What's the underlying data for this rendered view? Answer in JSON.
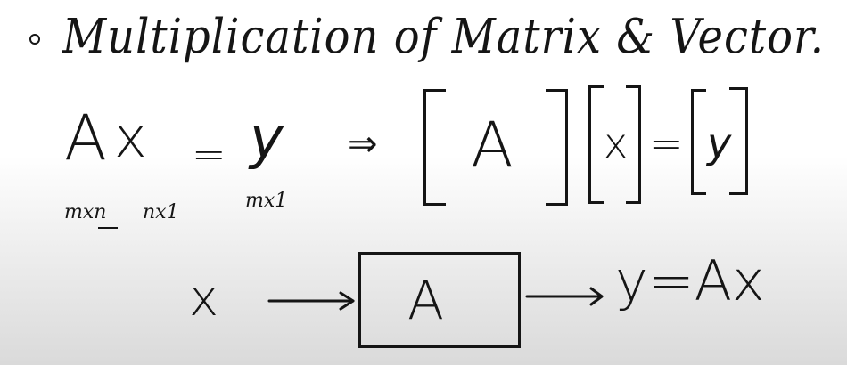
{
  "title": "Multiplication of Matrix & Vector.",
  "equation": {
    "lhs_matrix": "A",
    "lhs_vector": "x",
    "equals": "=",
    "rhs_vector": "y",
    "dims": {
      "matrix": "mxn",
      "vector": "nx1",
      "result": "mx1"
    },
    "implies": "⇒"
  },
  "bracket_form": {
    "matrix": "A",
    "vector": "x",
    "equals": "=",
    "result": "y"
  },
  "flow": {
    "input": "x",
    "block": "A",
    "output": "y=Ax"
  }
}
